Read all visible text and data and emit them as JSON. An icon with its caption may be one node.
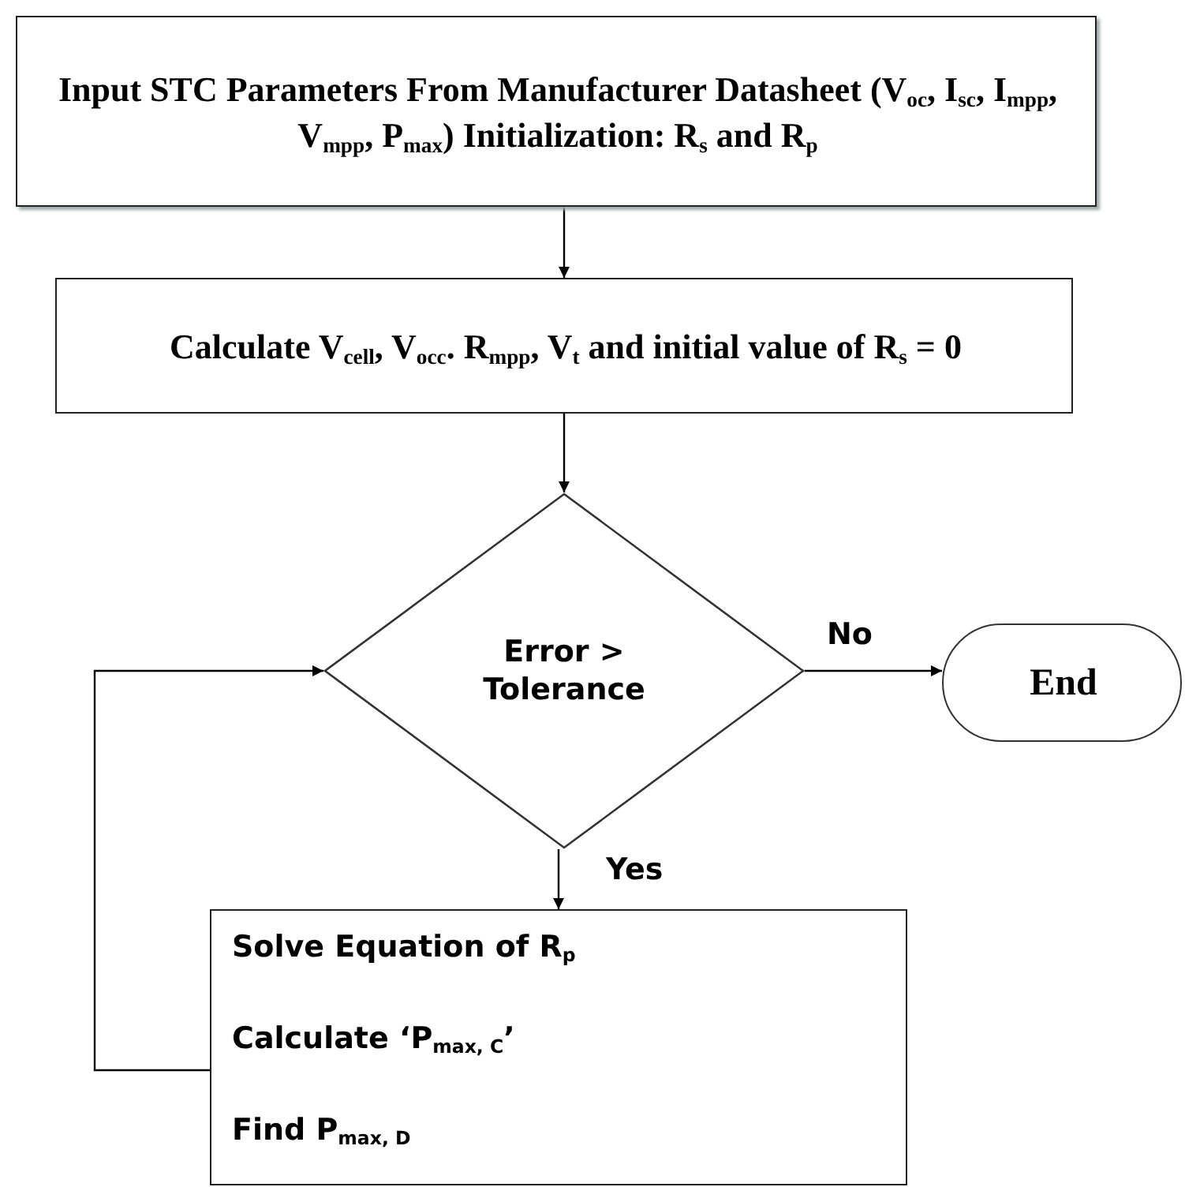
{
  "diagram": {
    "nodes": [
      {
        "text": [
          "Input STC Parameters From Manufacturer Datasheet (V$_{oc}$, I$_{sc}$, I$_{mpp}$, V$_{mpp}$, P$_{max}$) Initialization: R$_{s}$ and R$_{p}$"
        ]
      },
      {
        "text": [
          "Calculate V$_{cell}$, V$_{occ}$. R$_{mpp}$, V$_{t}$ and initial value of R$_{s}$ = 0"
        ]
      },
      {
        "text": [
          "Error > Tolerance"
        ]
      },
      {
        "text": [
          "End"
        ]
      },
      {
        "text": [
          "Solve Equation of R$_{p}$",
          "Calculate ‘P$_{max, C}$’",
          "Find P$_{max, D}$"
        ]
      }
    ],
    "edges": [
      {
        "from": 0,
        "to": 1,
        "arrow": "to"
      },
      {
        "from": 1,
        "to": 2,
        "arrow": "to"
      },
      {
        "from": 2,
        "to": 3,
        "arrow": "to",
        "label": "No"
      },
      {
        "from": 2,
        "to": 4,
        "arrow": "to",
        "label": "Yes"
      },
      {
        "from": 4,
        "to": 2,
        "arrow": "to"
      }
    ]
  }
}
